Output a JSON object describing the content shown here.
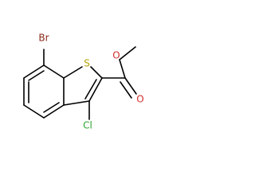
{
  "molecule": {
    "atoms": {
      "br": "Br",
      "s": "S",
      "o_carbonyl": "O",
      "o_ester": "O",
      "cl": "Cl"
    },
    "colors": {
      "Br": "#8B2A1A",
      "S": "#B7A300",
      "O": "#D22E2E",
      "Cl": "#2FA32F",
      "bond": "#000000"
    }
  }
}
